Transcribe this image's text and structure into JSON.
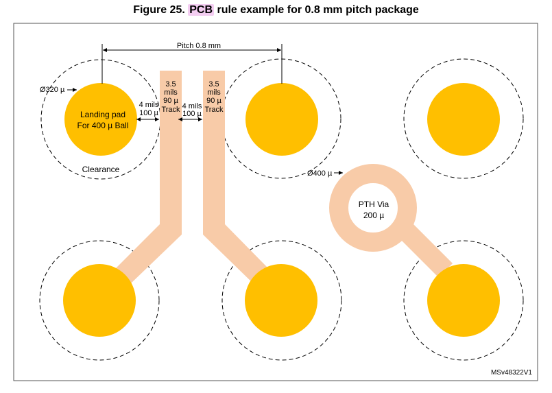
{
  "title": {
    "prefix": "Figure 25. ",
    "highlight": "PCB",
    "suffix": " rule example for 0.8 mm pitch package"
  },
  "labels": {
    "pitch": "Pitch 0.8 mm",
    "pad_diameter": "Ø320 µ",
    "pad_line1": "Landing pad",
    "pad_line2": "For 400 µ Ball",
    "clearance": "Clearance",
    "gap1_line1": "4 mils",
    "gap1_line2": "100 µ",
    "track1_line1": "3.5",
    "track1_line2": "mils",
    "track1_line3": "90 µ",
    "track1_line4": "Track",
    "gap2_line1": "4 mils",
    "gap2_line2": "100 µ",
    "track2_line1": "3.5",
    "track2_line2": "mils",
    "track2_line3": "90 µ",
    "track2_line4": "Track",
    "via_diameter": "Ø400 µ",
    "via_line1": "PTH Via",
    "via_line2": "200 µ",
    "reference": "MSv48322V1"
  },
  "colors": {
    "pad": "#ffbf00",
    "track": "#f8cba8",
    "frame": "#555555",
    "clearance": "#000000",
    "title_highlight": "#f3cdf1"
  }
}
